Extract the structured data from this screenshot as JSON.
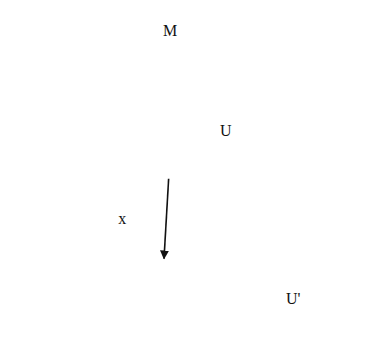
{
  "diagram": {
    "nodes": [
      {
        "text": [
          "M"
        ]
      },
      {
        "text": [
          "U"
        ],
        "in": 0
      },
      {
        "text": [
          "U'"
        ]
      }
    ],
    "edges": [
      {
        "from": 1,
        "to": 2,
        "arrow": "to",
        "label": "x"
      }
    ]
  }
}
